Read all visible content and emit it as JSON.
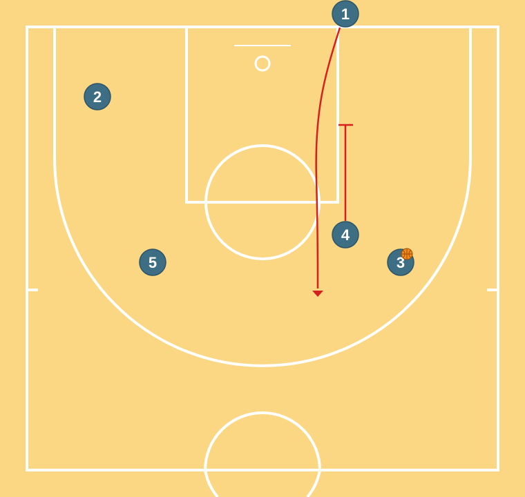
{
  "colors": {
    "court": "#fbd783",
    "lines": "#ffffff",
    "player_fill": "#3e6e84",
    "player_stroke": "#2c5466",
    "action": "#d61f1f",
    "ball": "#f08a1c"
  },
  "players": [
    {
      "id": "player-1",
      "label": "1"
    },
    {
      "id": "player-2",
      "label": "2"
    },
    {
      "id": "player-3",
      "label": "3",
      "has_ball": true
    },
    {
      "id": "player-4",
      "label": "4"
    },
    {
      "id": "player-5",
      "label": "5"
    }
  ],
  "actions": [
    {
      "id": "cut-1",
      "type": "cut",
      "from": "player-1"
    },
    {
      "id": "screen-4",
      "type": "screen",
      "from": "player-4"
    }
  ]
}
